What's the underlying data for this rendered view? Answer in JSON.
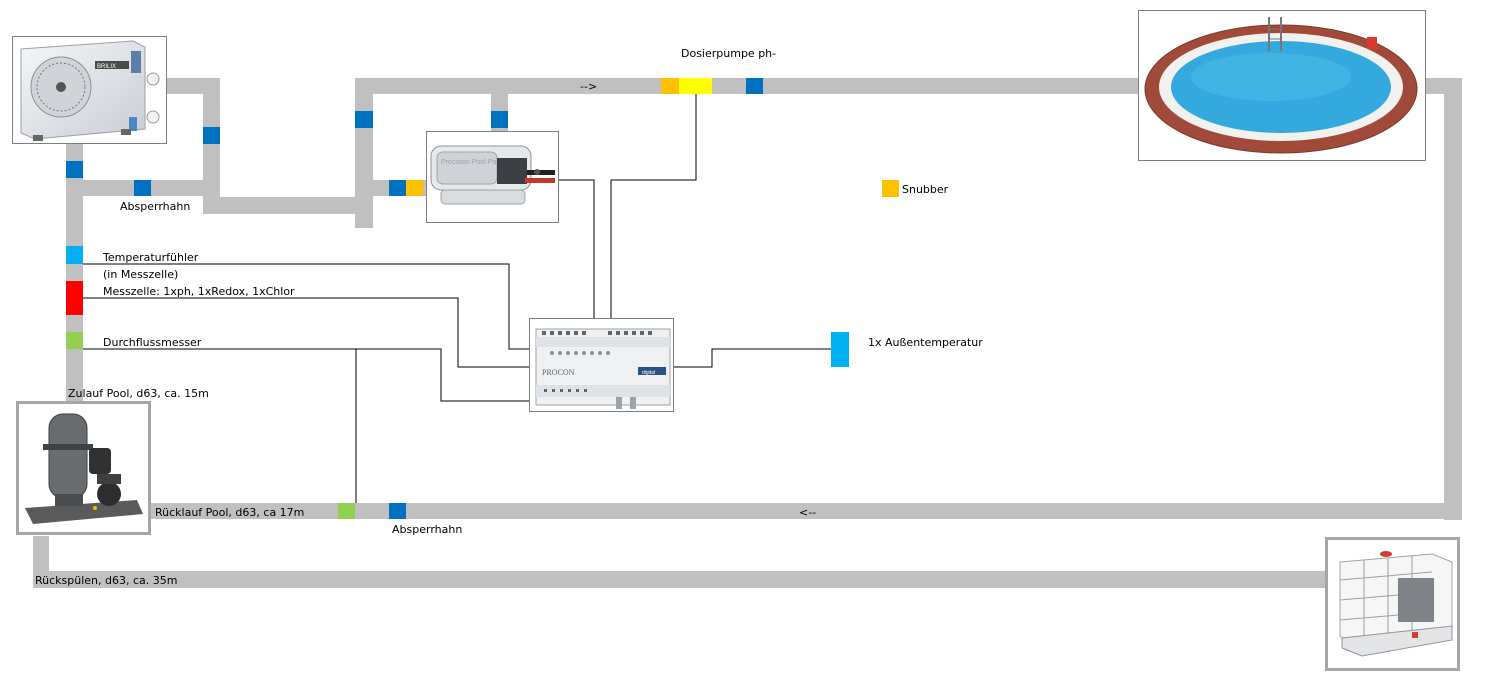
{
  "colors": {
    "pipe": "#c0c0c0",
    "valve": "#0070c0",
    "snubber": "#ffc000",
    "pump": "#ffff00",
    "sensor_temp": "#00b0f0",
    "cell": "#ff0000",
    "flow": "#92d050",
    "wire": "#000000"
  },
  "labels": {
    "dosing_pump": "Dosierpumpe ph-",
    "arrow_forward": "-->",
    "arrow_back": "<--",
    "valve_top": "Absperrhahn",
    "valve_bottom": "Absperrhahn",
    "snubber": "Snubber",
    "temp_sensor": "Temperaturfühler",
    "temp_sensor_note": "(in Messzelle)",
    "measure_cell": "Messzelle: 1xph, 1xRedox, 1xChlor",
    "flow_meter": "Durchflussmesser",
    "supply": "Zulauf Pool, d63, ca. 15m",
    "return": "Rücklauf Pool, d63, ca 17m",
    "backwash": "Rückspülen, d63, ca. 35m",
    "outside_temp": "1x Außentemperatur"
  },
  "devices": {
    "heat_pump_brand": "BRILIX",
    "controller_brand": "PROCON",
    "controller_tag": "digital",
    "chlorinator_watermark": "Precision Pool Parts"
  }
}
